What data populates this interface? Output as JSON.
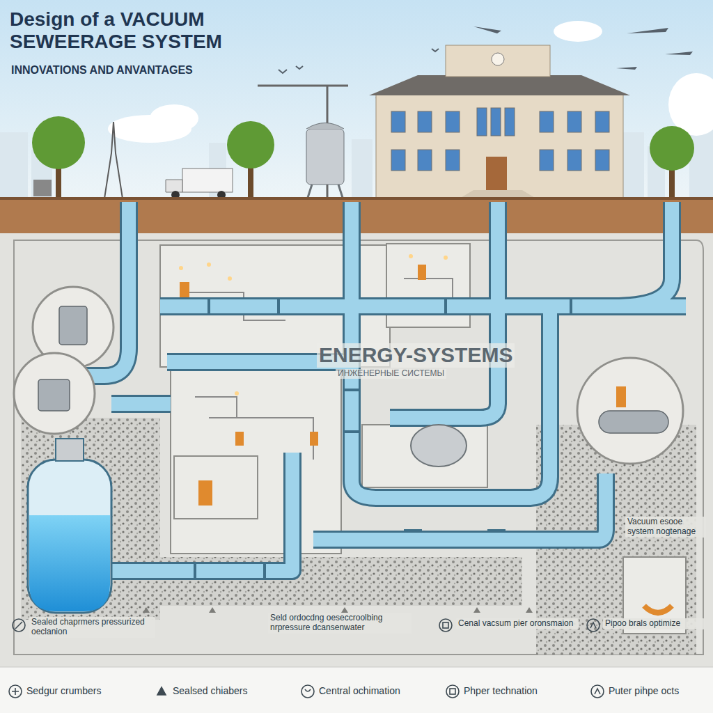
{
  "diagram": {
    "title": "Design of a VACUUM SEWEERAGE SYSTEM",
    "labels": [
      "INNOVATIONS AND ANVANTAGES",
      "ENERGY-SYSTEMS",
      "ИНЖЕНЕРНЫЕ СИСТЕМЫ",
      "Vacuum esooe system nogtenage",
      "Sealed chaprmers pressurized oeclanion",
      "Seld ordocdng oeseccroolbing nrpressure dcansenwater",
      "Cenal vacsum pier oronsmaion",
      "Pipoo brals optimize"
    ],
    "legend": [
      {
        "text": "Sedgur crumbers"
      },
      {
        "text": "Sealsed chiabers"
      },
      {
        "text": "Central ochimation"
      },
      {
        "text": "Phper technation"
      },
      {
        "text": "Puter pihpe octs"
      }
    ]
  }
}
